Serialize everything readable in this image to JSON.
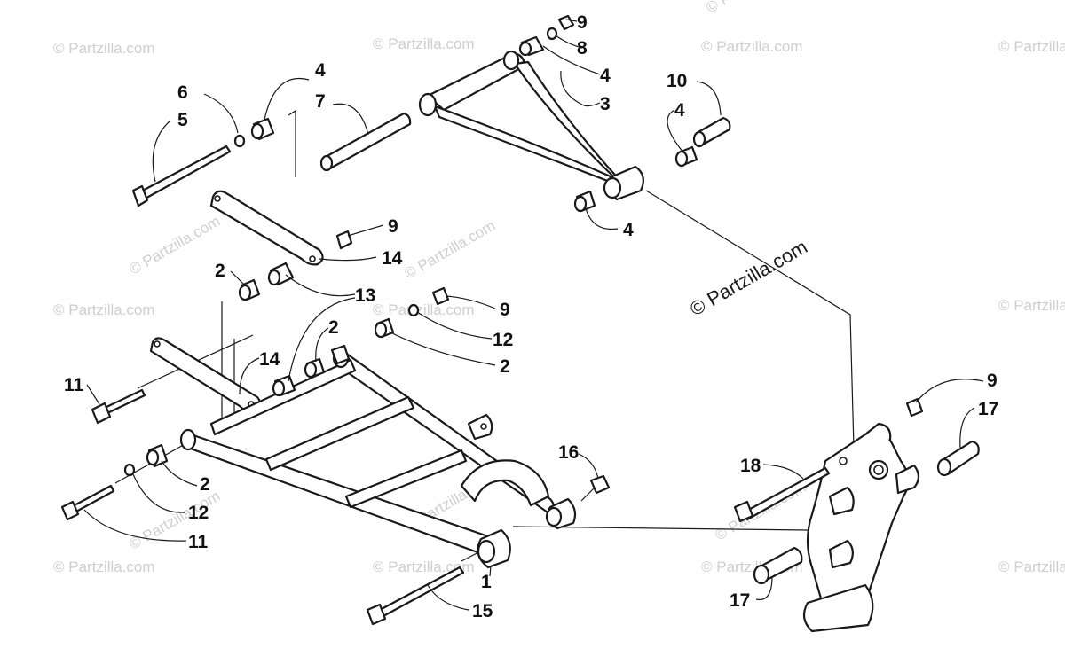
{
  "watermark": {
    "small_text": "© Partzilla.com",
    "main_text": "© Partzilla.com"
  },
  "callouts": {
    "c9a": "9",
    "c8": "8",
    "c4a": "4",
    "c3": "3",
    "c6": "6",
    "c5": "5",
    "c4b": "4",
    "c7": "7",
    "c10": "10",
    "c4c": "4",
    "c4d": "4",
    "c9b": "9",
    "c14a": "14",
    "c2a": "2",
    "c13": "13",
    "c9c": "9",
    "c12a": "12",
    "c2b": "2",
    "c2c": "2",
    "c14b": "14",
    "c11a": "11",
    "c16": "16",
    "c2d": "2",
    "c12b": "12",
    "c11b": "11",
    "c1": "1",
    "c15": "15",
    "c9d": "9",
    "c17a": "17",
    "c18": "18",
    "c17b": "17"
  },
  "colors": {
    "line": "#1a1a1a",
    "watermark": "#cfcfcf",
    "background": "#ffffff"
  }
}
